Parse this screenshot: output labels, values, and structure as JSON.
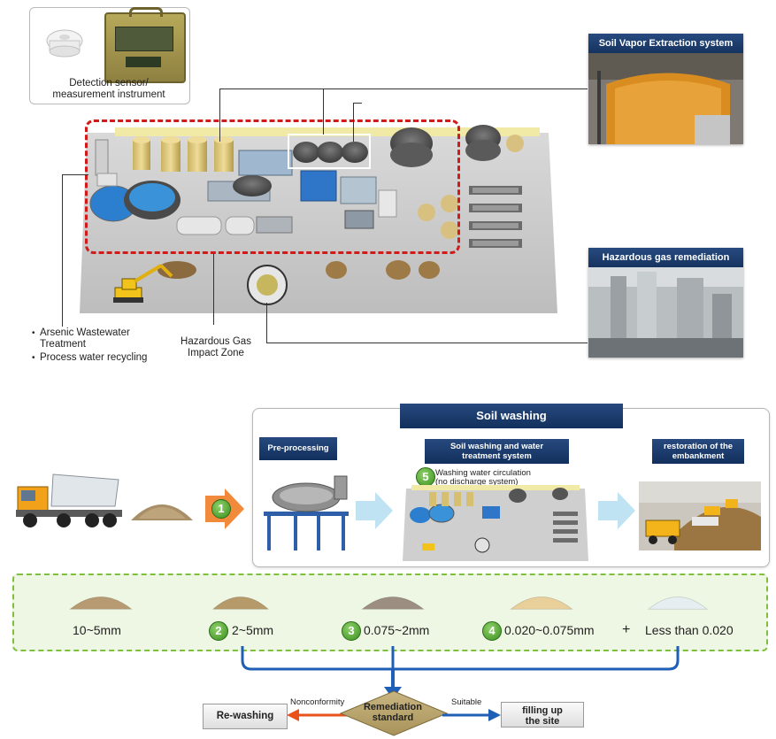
{
  "top": {
    "sensor_caption_line1": "Detection sensor/",
    "sensor_caption_line2": "measurement instrument",
    "soil_vapor_title": "Soil Vapor Extraction system",
    "hazardous_gas_title": "Hazardous gas remediation facilities",
    "bullets": [
      "Arsenic Wastewater Treatment",
      "Process water recycling"
    ],
    "gas_zone_line1": "Hazardous Gas",
    "gas_zone_line2": "Impact Zone"
  },
  "washing": {
    "title": "Soil washing",
    "preprocessing": "Pre-processing",
    "system_line1": "Soil washing and water",
    "system_line2": "treatment system",
    "circulation_line1": "Washing water circulation",
    "circulation_line2": "(no discharge system)",
    "restoration_line1": "restoration of the",
    "restoration_line2": "embankment",
    "step1": "1",
    "step5": "5"
  },
  "sizes": [
    {
      "step": "",
      "label": "10~5mm",
      "color": "#b79a72"
    },
    {
      "step": "2",
      "label": "2~5mm",
      "color": "#b79a6a"
    },
    {
      "step": "3",
      "label": "0.075~2mm",
      "color": "#9d8e82"
    },
    {
      "step": "4",
      "label": "0.020~0.075mm",
      "color": "#e9cf9a"
    },
    {
      "step": "",
      "label": "Less than 0.020",
      "color": "#e7eef2"
    }
  ],
  "plus": "+",
  "decision": {
    "rewashing": "Re-washing",
    "nonconformity": "Nonconformity",
    "standard_line1": "Remediation",
    "standard_line2": "standard",
    "suitable": "Suitable",
    "fill_line1": "filling up",
    "fill_line2": "the site"
  },
  "colors": {
    "navy": "#163460",
    "red_outline": "#d11a1a",
    "green_dash": "#7fbf3d",
    "orange_arrow": "#e8531c",
    "blue_arrow": "#1f5fb5"
  }
}
